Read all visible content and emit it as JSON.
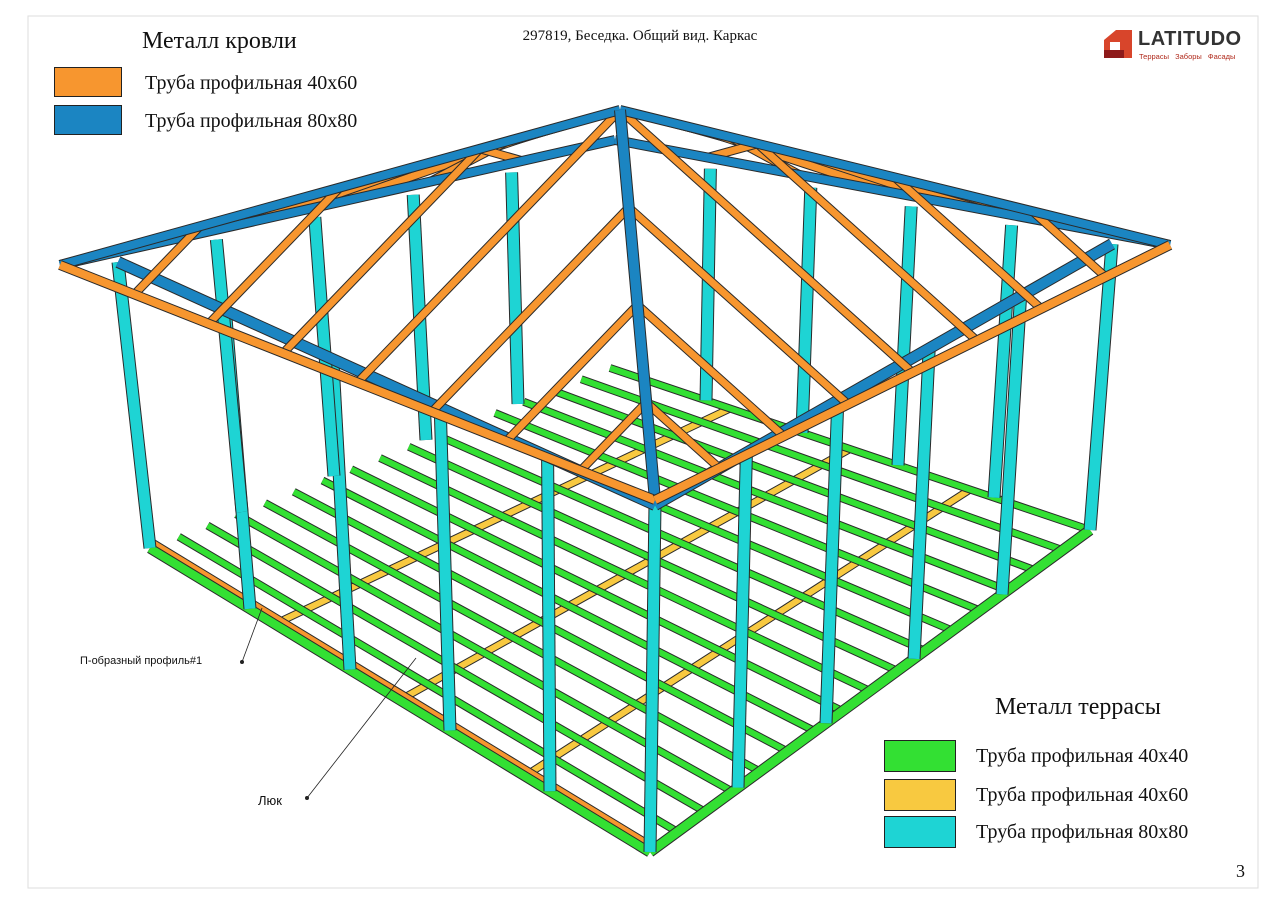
{
  "header": {
    "title": "297819, Беседка. Общий вид. Каркас",
    "logo": {
      "name": "LATITUDO",
      "tagline": "Террасы  Заборы  Фасады"
    }
  },
  "roof_legend": {
    "heading": "Металл кровли",
    "items": [
      {
        "label": "Труба профильная 40х60",
        "color": "#f7962f"
      },
      {
        "label": "Труба профильная 80х80",
        "color": "#1b85c2"
      }
    ]
  },
  "terrace_legend": {
    "heading": "Металл террасы",
    "items": [
      {
        "label": "Труба профильная 40х40",
        "color": "#33e033"
      },
      {
        "label": "Труба профильная 40х60",
        "color": "#f8c940"
      },
      {
        "label": "Труба профильная 80х80",
        "color": "#1ed4d4"
      }
    ]
  },
  "annotations": {
    "profile": "П-образный профиль#1",
    "hatch": "Люк"
  },
  "page_number": "3"
}
